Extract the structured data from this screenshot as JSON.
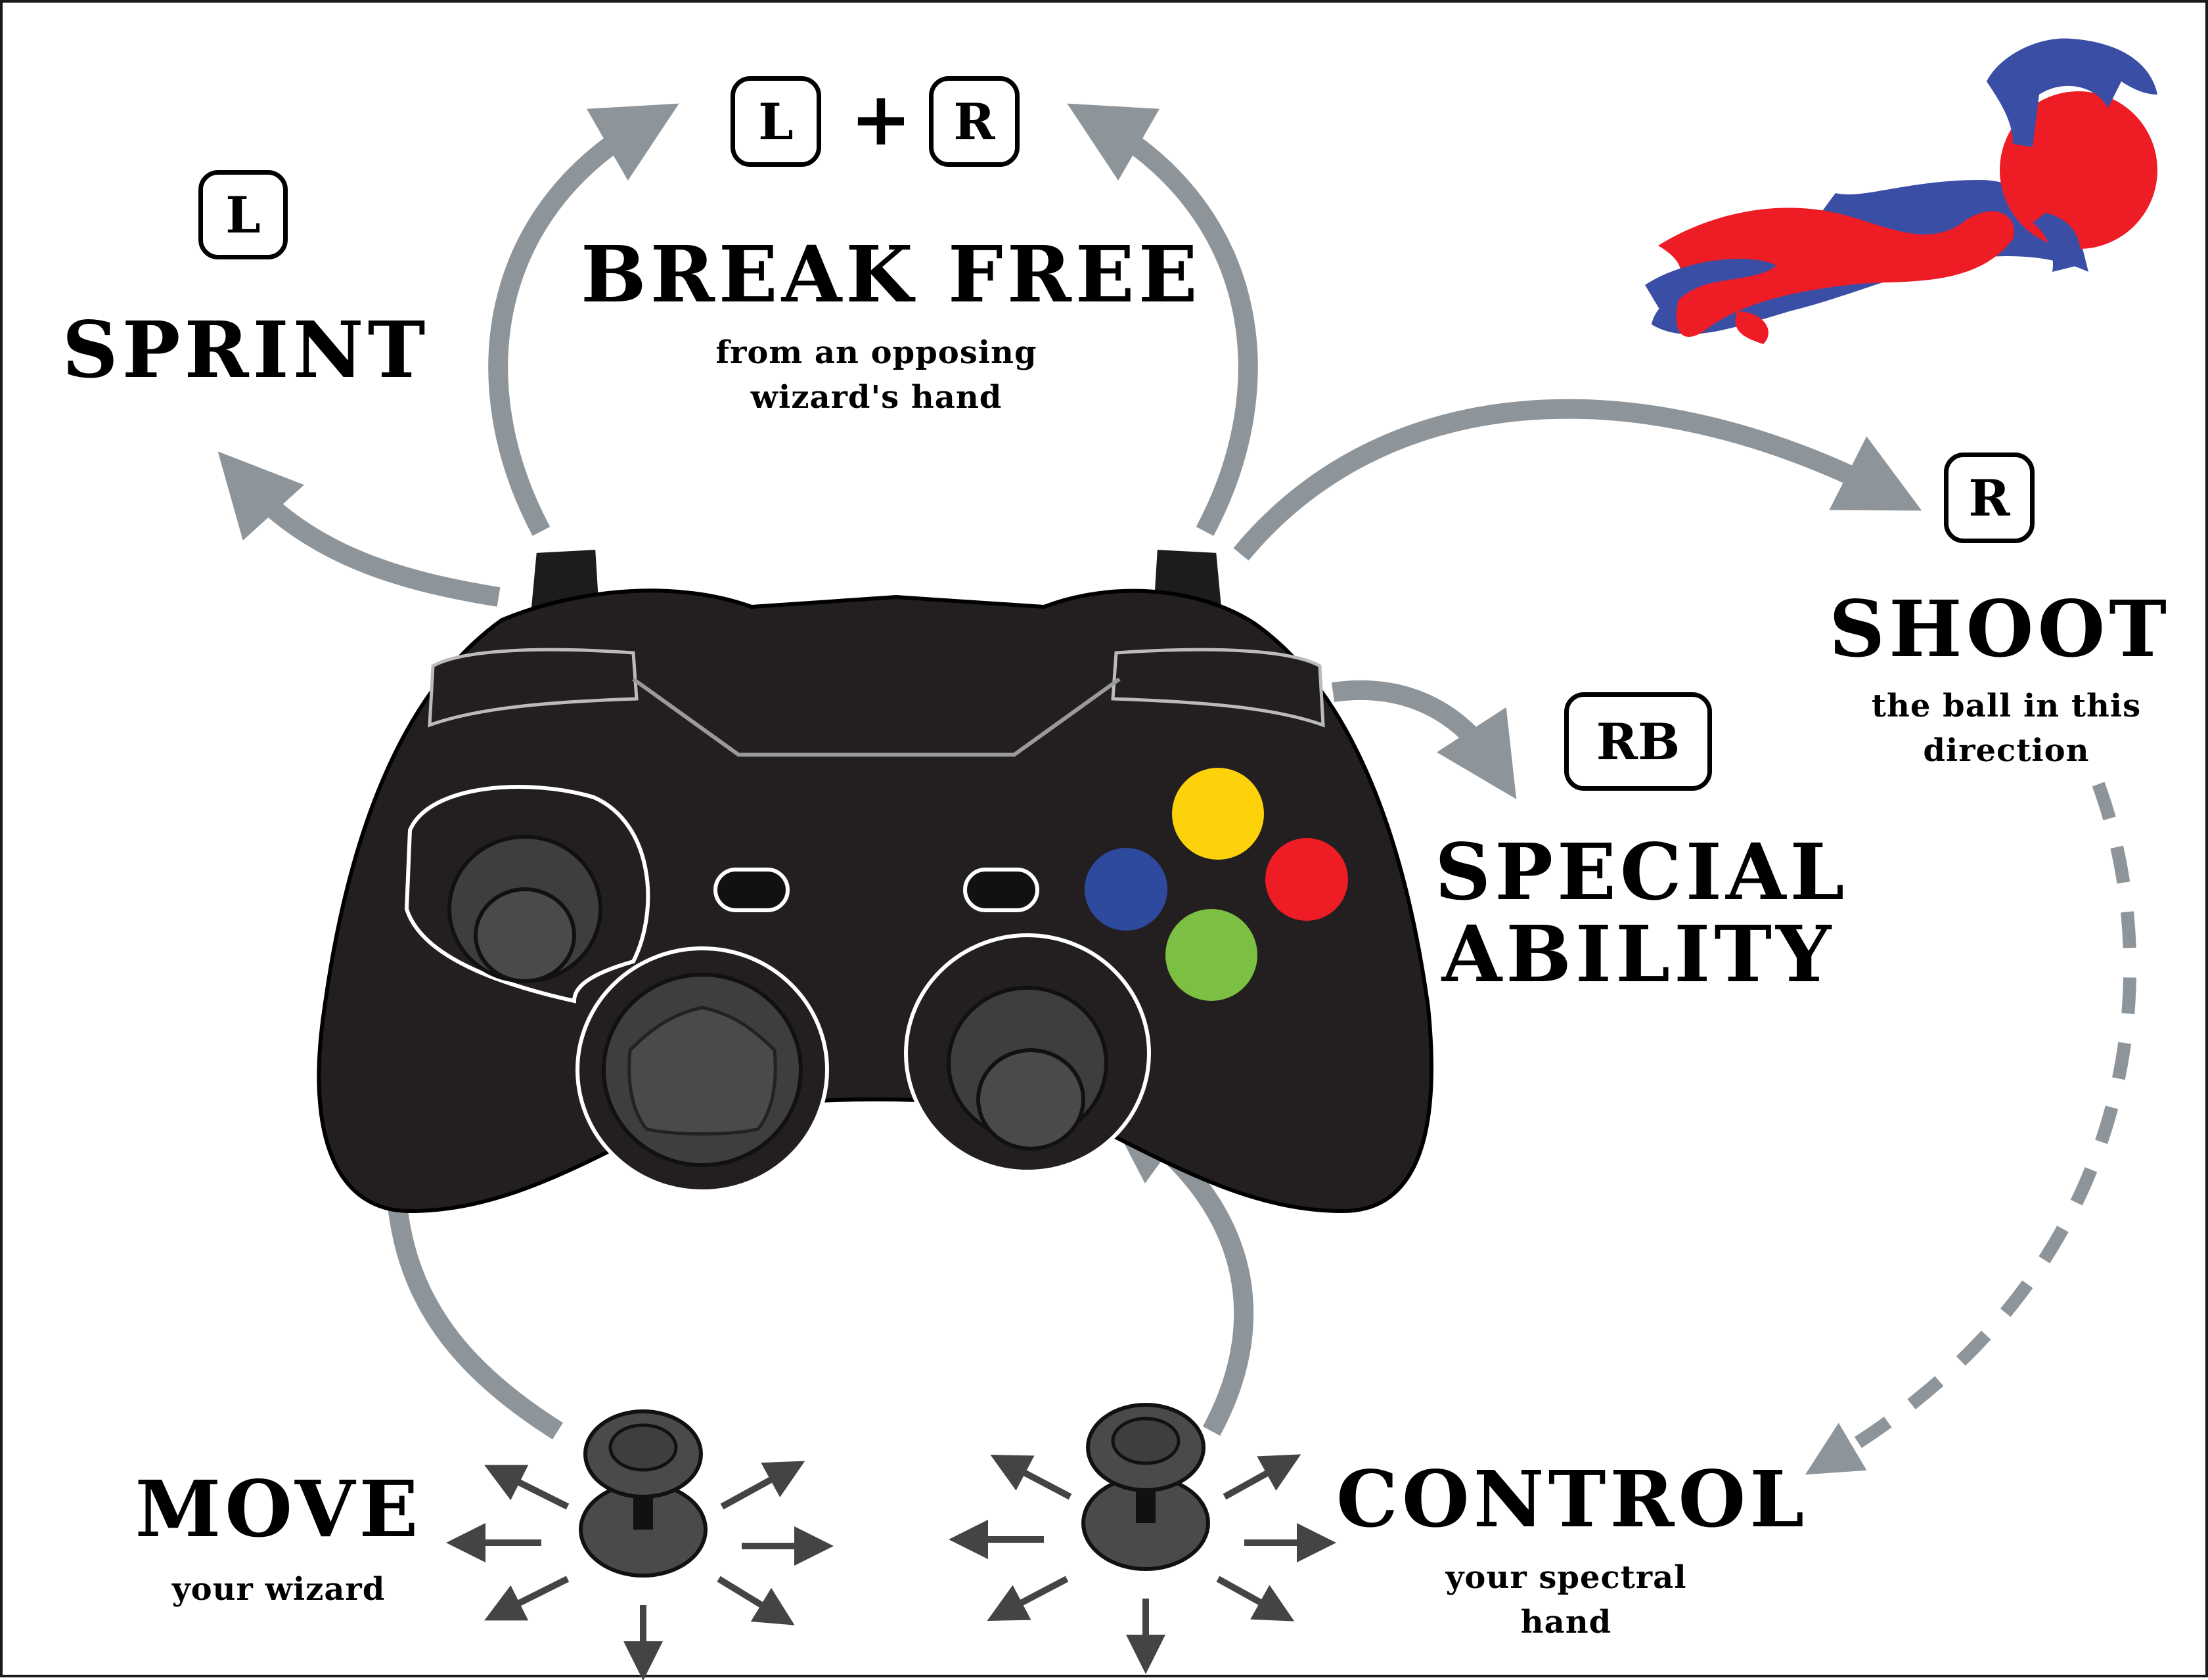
{
  "keys": {
    "sprint": "L",
    "break_left": "L",
    "break_plus": "+",
    "break_right": "R",
    "shoot": "R",
    "special": "RB"
  },
  "labels": {
    "sprint": "SPRINT",
    "break_free": "BREAK FREE",
    "break_free_sub_1": "from an opposing",
    "break_free_sub_2": "wizard's hand",
    "shoot": "SHOOT",
    "shoot_sub_1": "the ball in this",
    "shoot_sub_2": "direction",
    "special_1": "SPECIAL",
    "special_2": "ABILITY",
    "move": "MOVE",
    "move_sub": "your wizard",
    "control": "CONTROL",
    "control_sub_1": "your spectral",
    "control_sub_2": "hand"
  },
  "colors": {
    "arrow": "#8e959a",
    "controller_body": "#231f20",
    "stick": "#4a4a4a",
    "button_yellow": "#fdd20a",
    "button_red": "#ee1c25",
    "button_blue": "#2e4a9e",
    "button_green": "#7cc043",
    "logo_red": "#ee1c25",
    "logo_blue": "#3b4ea6"
  },
  "icons": [
    "controller-icon",
    "left-stick-icon",
    "right-stick-icon",
    "dpad-icon",
    "face-buttons-icon",
    "joystick-icon",
    "direction-arrows-icon",
    "spectral-hand-logo-icon"
  ]
}
